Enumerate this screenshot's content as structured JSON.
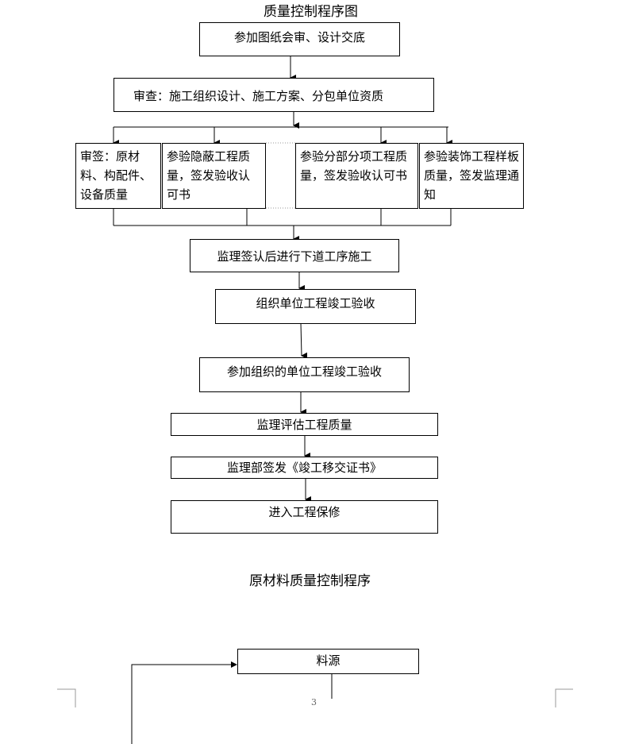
{
  "flow1": {
    "title": "质量控制程序图",
    "step1": "参加图纸会审、设计交底",
    "step2": "审查：施工组织设计、施工方案、分包单位资质",
    "branch_a": "审签：原材料、构配件、设备质量",
    "branch_b": "参验隐蔽工程质量，签发验收认可书",
    "branch_c": "参验分部分项工程质量，签发验收认可书",
    "branch_d": "参验装饰工程样板质量，签发监理通知",
    "step3": "监理签认后进行下道工序施工",
    "step4": "组织单位工程竣工验收",
    "step5": "参加组织的单位工程竣工验收",
    "step6": "监理评估工程质量",
    "step7": "监理部签发《竣工移交证书》",
    "step8": "进入工程保修"
  },
  "flow2": {
    "title": "原材料质量控制程序",
    "step1": "料源"
  },
  "page": {
    "number": "3"
  }
}
